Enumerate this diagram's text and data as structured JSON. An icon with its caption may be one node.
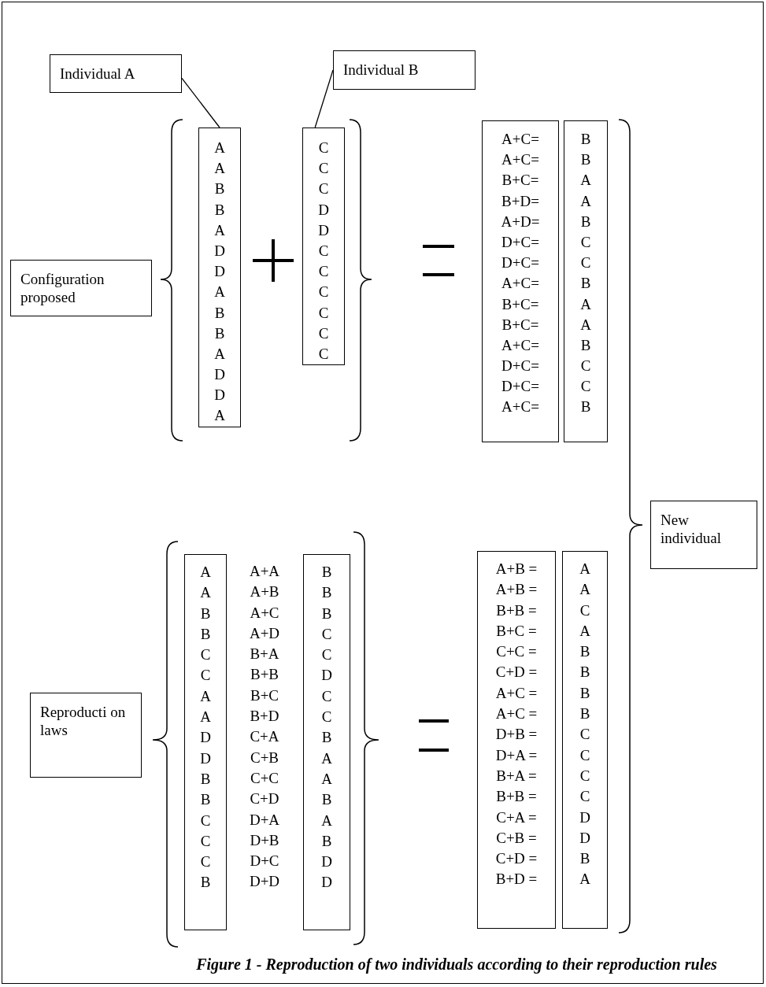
{
  "diagram": {
    "caption": "Figure 1 - Reproduction of two individuals according to their reproduction rules",
    "nodes": [
      {
        "text": [
          "Individual A"
        ]
      },
      {
        "text": [
          "Individual B"
        ]
      },
      {
        "text": [
          "Configuration proposed"
        ]
      },
      {
        "text": [
          "A",
          "A",
          "B",
          "B",
          "A",
          "D",
          "D",
          "A",
          "B",
          "B",
          "A",
          "D",
          "D",
          "A"
        ]
      },
      {
        "text": [
          "C",
          "C",
          "C",
          "D",
          "D",
          "C",
          "C",
          "C",
          "C",
          "C",
          "C"
        ]
      },
      {
        "text": [
          "A+C=",
          "A+C=",
          "B+C=",
          "B+D=",
          "A+D=",
          "D+C=",
          "D+C=",
          "A+C=",
          "B+C=",
          "B+C=",
          "A+C=",
          "D+C=",
          "D+C=",
          "A+C="
        ]
      },
      {
        "text": [
          "B",
          "B",
          "A",
          "A",
          "B",
          "C",
          "C",
          "B",
          "A",
          "A",
          "B",
          "C",
          "C",
          "B"
        ]
      },
      {
        "text": [
          "New individual"
        ]
      },
      {
        "text": [
          "Reproducti on laws"
        ]
      },
      {
        "text": [
          "A",
          "A",
          "B",
          "B",
          "C",
          "C",
          "A",
          "A",
          "D",
          "D",
          "B",
          "B",
          "C",
          "C",
          "C",
          "B"
        ]
      },
      {
        "text": [
          "B",
          "B",
          "B",
          "C",
          "C",
          "D",
          "C",
          "C",
          "B",
          "A",
          "A",
          "B",
          "A",
          "B",
          "D",
          "D"
        ]
      },
      {
        "text": [
          "A+B =",
          "A+B =",
          "B+B =",
          "B+C =",
          "C+C =",
          "C+D =",
          "A+C =",
          "A+C =",
          "D+B =",
          "D+A =",
          "B+A =",
          "B+B =",
          "C+A =",
          "C+B =",
          "C+D =",
          "B+D ="
        ]
      },
      {
        "text": [
          "A",
          "A",
          "C",
          "A",
          "B",
          "B",
          "B",
          "B",
          "C",
          "C",
          "C",
          "C",
          "D",
          "D",
          "B",
          "A"
        ]
      }
    ],
    "edges": [
      {
        "from": 0,
        "to": 3,
        "arrow": "none"
      },
      {
        "from": 1,
        "to": 4,
        "arrow": "none"
      }
    ],
    "labels": [
      "A+A",
      "A+B",
      "A+C",
      "A+D",
      "B+A",
      "B+B",
      "B+C",
      "B+D",
      "C+A",
      "C+B",
      "C+C",
      "C+D",
      "D+A",
      "D+B",
      "D+C",
      "D+D"
    ]
  }
}
